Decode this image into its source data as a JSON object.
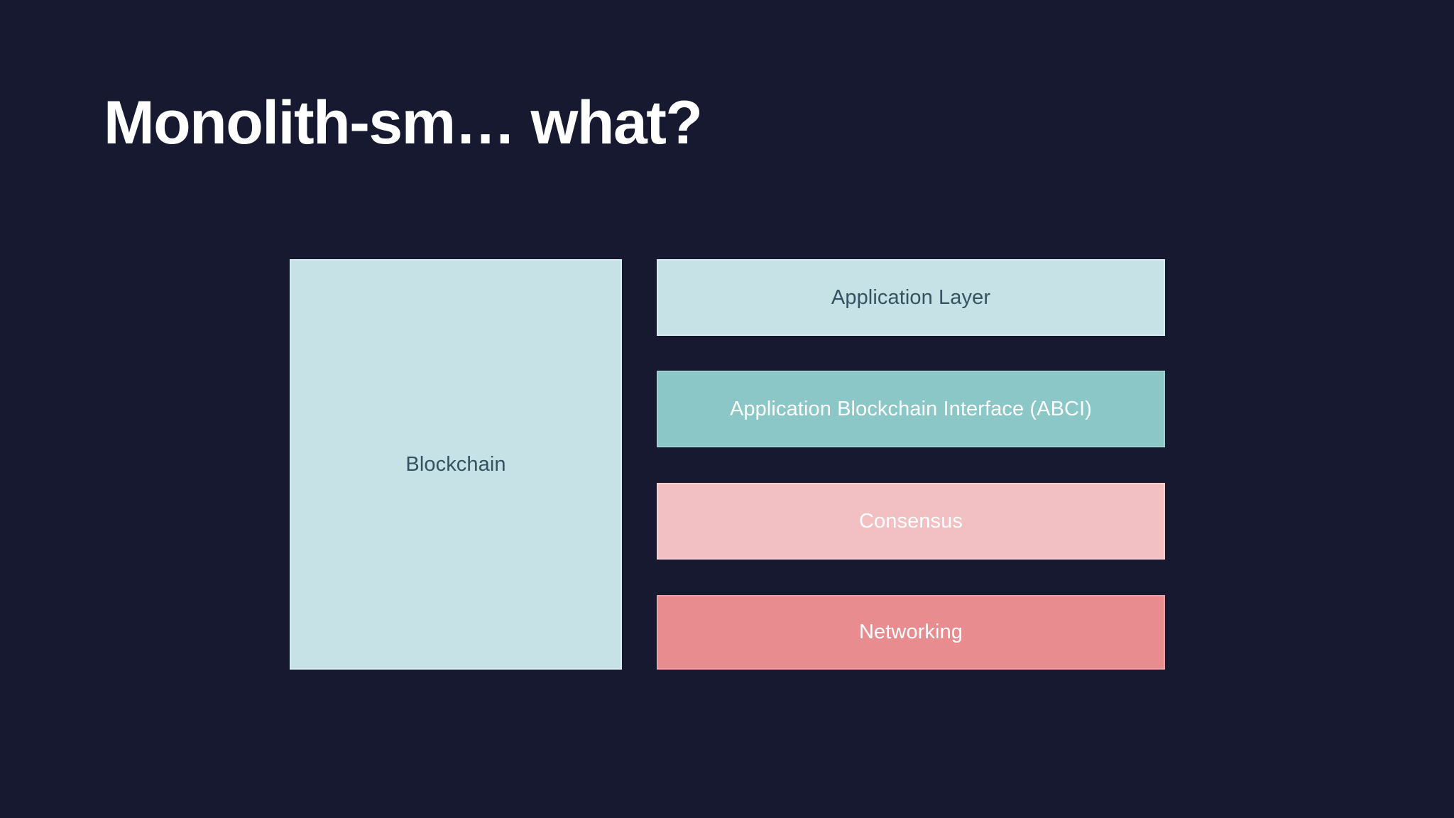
{
  "slide": {
    "background_color": "#161930",
    "title": "Monolith-sm… what?",
    "title_color": "#ffffff"
  },
  "diagram": {
    "type": "comparison-diagram",
    "monolith": {
      "label": "Blockchain",
      "fill_color": "#c6e2e7",
      "text_color": "#355260"
    },
    "modular_stack": [
      {
        "label": "Application Layer",
        "fill_color": "#c6e2e7",
        "text_color": "#355260"
      },
      {
        "label": "Application Blockchain Interface (ABCI)",
        "fill_color": "#8cc7c7",
        "text_color": "#ffffff"
      },
      {
        "label": "Consensus",
        "fill_color": "#f2c0c2",
        "text_color": "#ffffff"
      },
      {
        "label": "Networking",
        "fill_color": "#e88c90",
        "text_color": "#ffffff"
      }
    ]
  }
}
